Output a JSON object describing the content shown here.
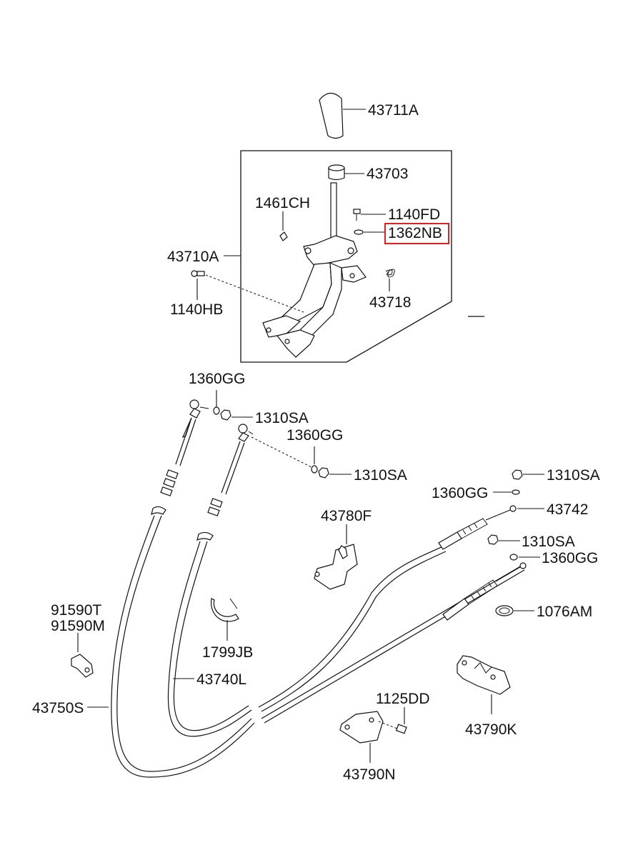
{
  "highlight_color": "#e02020",
  "labels": {
    "p43711A": "43711A",
    "p43703": "43703",
    "p1461CH": "1461CH",
    "p1140FD": "1140FD",
    "p1362NB": "1362NB",
    "p43710A": "43710A",
    "p43718": "43718",
    "p1140HB": "1140HB",
    "p1360GG_a": "1360GG",
    "p1310SA_a": "1310SA",
    "p1360GG_b": "1360GG",
    "p1310SA_b": "1310SA",
    "p1310SA_c": "1310SA",
    "p1360GG_c": "1360GG",
    "p43742": "43742",
    "p43780F": "43780F",
    "p1310SA_d": "1310SA",
    "p1360GG_d": "1360GG",
    "p91590T": "91590T",
    "p91590M": "91590M",
    "p1076AM": "1076AM",
    "p1799JB": "1799JB",
    "p43740L": "43740L",
    "p43750S": "43750S",
    "p1125DD": "1125DD",
    "p43790K": "43790K",
    "p43790N": "43790N"
  }
}
